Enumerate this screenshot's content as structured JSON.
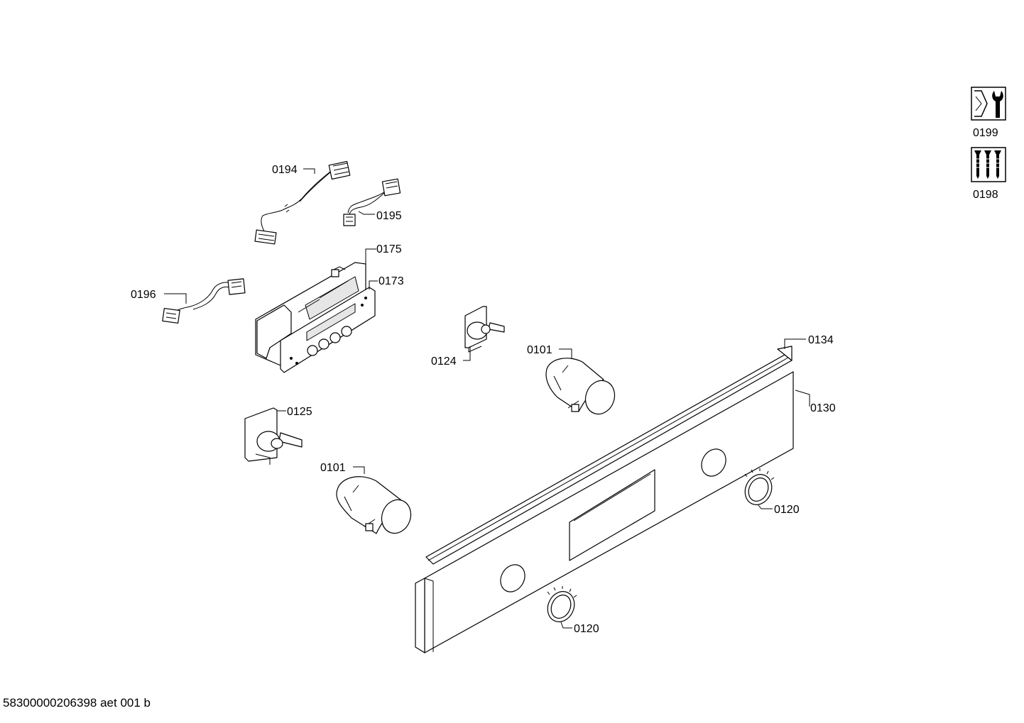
{
  "labels": {
    "p0194": "0194",
    "p0195": "0195",
    "p0175": "0175",
    "p0173": "0173",
    "p0196": "0196",
    "p0124": "0124",
    "p0101_upper": "0101",
    "p0134": "0134",
    "p0130": "0130",
    "p0125": "0125",
    "p0101_lower": "0101",
    "p0120_right": "0120",
    "p0120_bottom": "0120",
    "p0199": "0199",
    "p0198": "0198"
  },
  "icons": {
    "tool_icon": "wrench-icon",
    "screws_icon": "screws-icon"
  },
  "footer": {
    "document_id": "58300000206398 aet 001 b"
  }
}
